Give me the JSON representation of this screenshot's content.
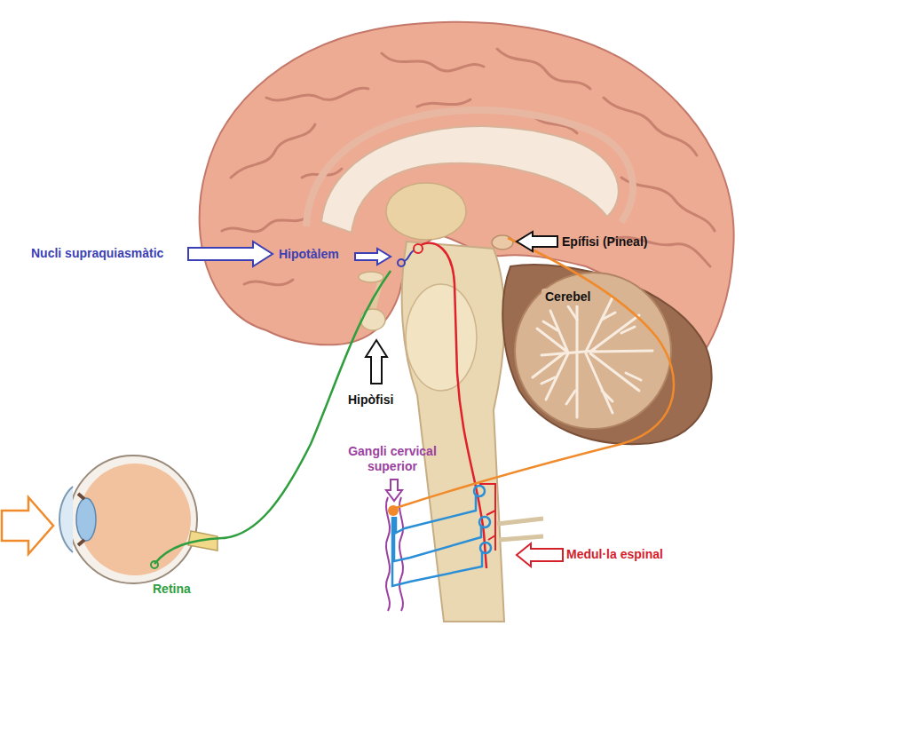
{
  "diagram": {
    "labels": [
      "Nucli supraquiasmàtic",
      "Hipotàlem",
      "Epífisi (Pineal)",
      "Cerebel",
      "Hipòfisi",
      "Gangli cervical superior",
      "Medul·la espinal",
      "Retina"
    ]
  }
}
